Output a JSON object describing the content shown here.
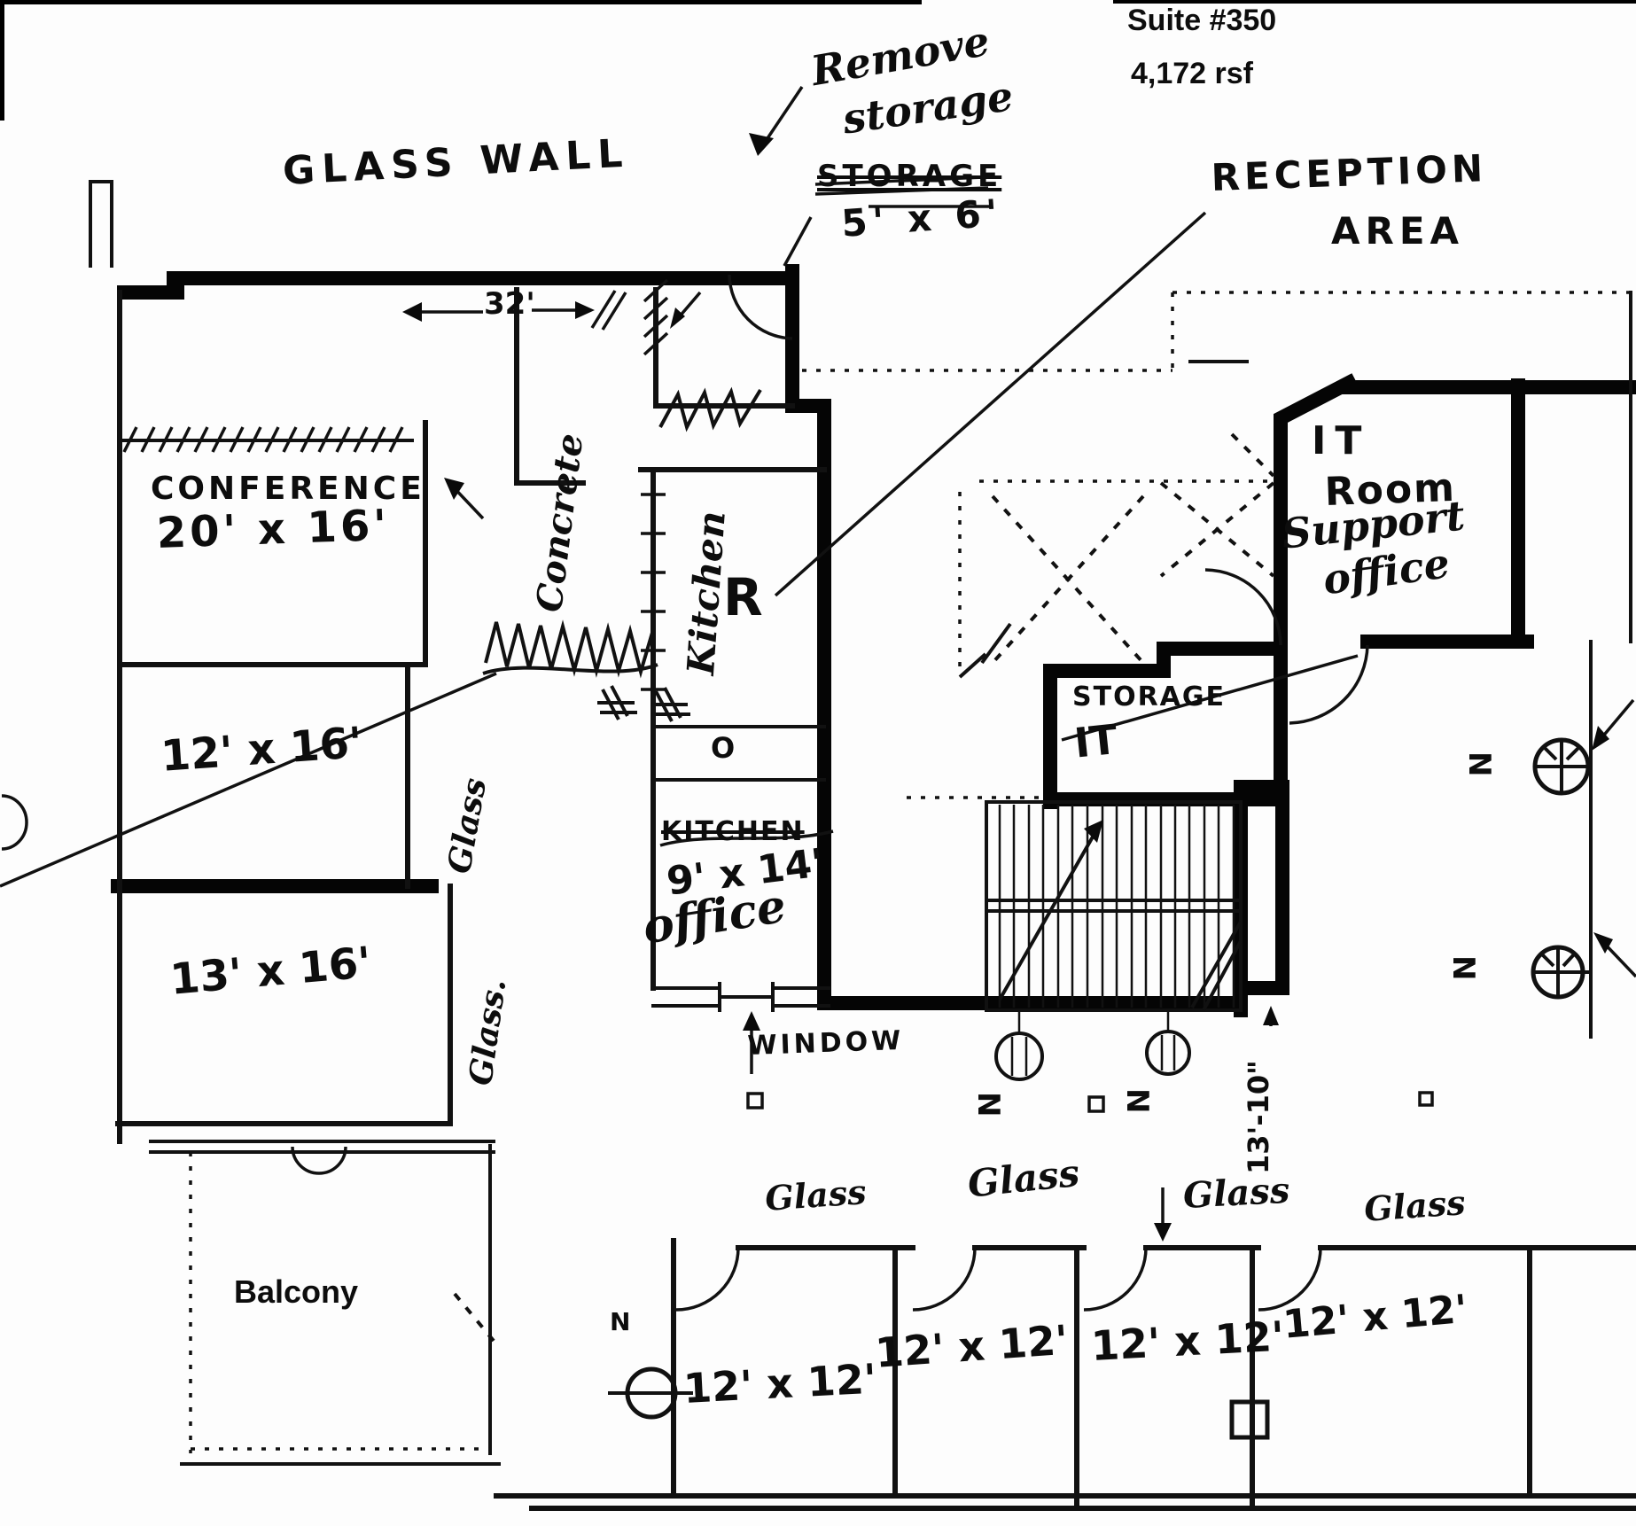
{
  "header": {
    "suite_number": "Suite #350",
    "suite_area": "4,172 rsf"
  },
  "notes": {
    "glass_wall": "GLASS WALL",
    "remove_line1": "Remove",
    "remove_line2": "storage",
    "storage_struck": "STORAGE",
    "storage_dim": "5' x 6'",
    "reception_line1": "RECEPTION",
    "reception_line2": "AREA",
    "dim_32": "32'",
    "concrete": "Concrete",
    "kitchen_rotated": "Kitchen",
    "r_label": "R",
    "kitchen_struck": "KITCHEN",
    "office_dim": "9' x 14'",
    "office_label": "office",
    "window_label": "WINDOW",
    "o_label": "O",
    "dim_13_10": "13'-10\"",
    "n_marker": "N"
  },
  "rooms": {
    "conference": {
      "name": "CONFERENCE",
      "dim": "20' x 16'"
    },
    "room_12x16": "12' x 16'",
    "room_13x16": "13' x 16'",
    "glass_rotated_1": "Glass",
    "glass_rotated_2": "Glass.",
    "it_room": {
      "line1": "IT",
      "line2": "Room",
      "line3": "Support",
      "line4": "office"
    },
    "storage_it": {
      "struck": "STORAGE",
      "note": "IT"
    },
    "balcony": "Balcony"
  },
  "bottom_offices": {
    "glass_labels": [
      "Glass",
      "Glass",
      "Glass",
      "Glass"
    ],
    "dims": [
      "12' x 12'",
      "12' x 12'",
      "12' x 12'",
      "12' x 12'"
    ]
  }
}
